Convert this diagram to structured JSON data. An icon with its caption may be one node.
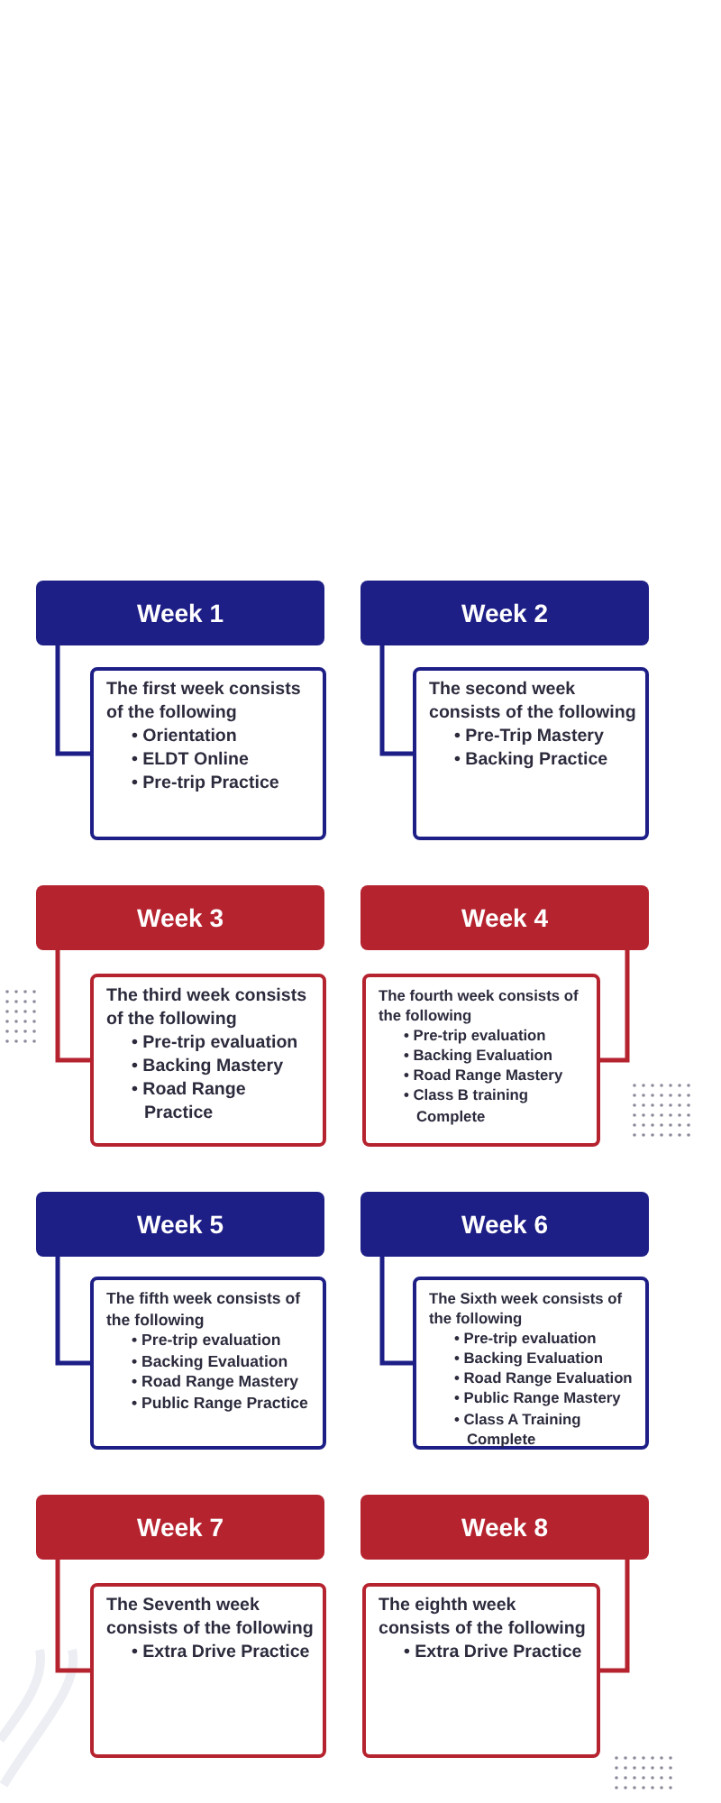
{
  "diagram": {
    "nodes": [
      {
        "text": [
          "Week 1"
        ]
      },
      {
        "text": [
          "The first week consists of the following",
          "• Orientation",
          "• ELDT Online",
          "• Pre-trip Practice"
        ]
      },
      {
        "text": [
          "Week 2"
        ]
      },
      {
        "text": [
          "The second week consists of the following",
          "• Pre-Trip Mastery",
          "• Backing Practice"
        ]
      },
      {
        "text": [
          "Week 3"
        ]
      },
      {
        "text": [
          "The third week consists of the following",
          "• Pre-trip evaluation",
          "• Backing Mastery",
          "• Road Range Practice"
        ]
      },
      {
        "text": [
          "Week 4"
        ]
      },
      {
        "text": [
          "The fourth week consists of the following",
          "• Pre-trip evaluation",
          "• Backing Evaluation",
          "• Road Range Mastery",
          "• Class B training Complete"
        ]
      },
      {
        "text": [
          "Week 5"
        ]
      },
      {
        "text": [
          "The fifth week consists of the following",
          "• Pre-trip evaluation",
          "• Backing Evaluation",
          "• Road Range Mastery",
          "• Public Range Practice"
        ]
      },
      {
        "text": [
          "Week 6"
        ]
      },
      {
        "text": [
          "The Sixth week consists of the following",
          "• Pre-trip evaluation",
          "• Backing Evaluation",
          "• Road Range Evaluation",
          "• Public Range Mastery",
          "• Class A Training Complete"
        ]
      },
      {
        "text": [
          "Week 7"
        ]
      },
      {
        "text": [
          "The Seventh week consists of the following",
          "• Extra Drive Practice"
        ]
      },
      {
        "text": [
          "Week 8"
        ]
      },
      {
        "text": [
          "The eighth week consists of the following",
          "• Extra Drive Practice"
        ]
      }
    ],
    "edges": [
      {
        "from": 0,
        "to": 1,
        "arrow": "none"
      },
      {
        "from": 2,
        "to": 3,
        "arrow": "none"
      },
      {
        "from": 4,
        "to": 5,
        "arrow": "none",
        "color": "#b5232f"
      },
      {
        "from": 6,
        "to": 7,
        "arrow": "none",
        "color": "#b5232f"
      },
      {
        "from": 8,
        "to": 9,
        "arrow": "none"
      },
      {
        "from": 10,
        "to": 11,
        "arrow": "none"
      },
      {
        "from": 12,
        "to": 13,
        "arrow": "none",
        "color": "#b5232f"
      },
      {
        "from": 14,
        "to": 15,
        "arrow": "none",
        "color": "#b5232f"
      }
    ]
  }
}
